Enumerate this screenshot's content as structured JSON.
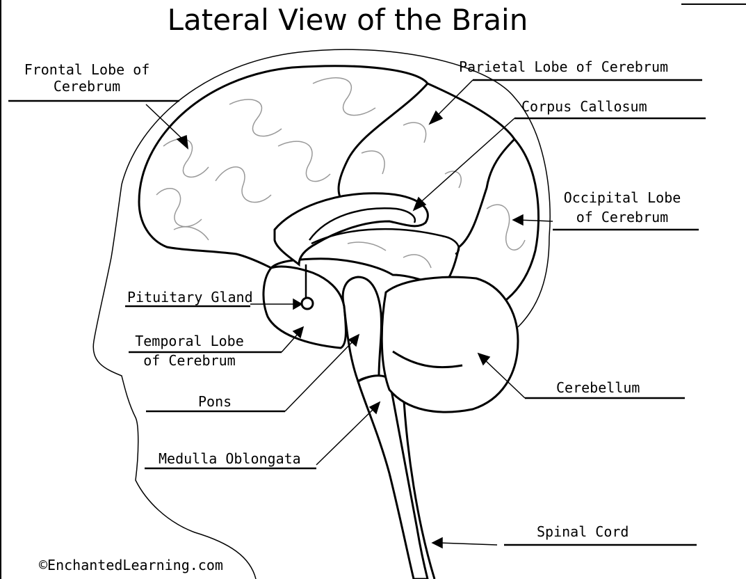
{
  "title": "Lateral View of the Brain",
  "labels": {
    "frontal_line1": "Frontal Lobe of",
    "frontal_line2": "Cerebrum",
    "parietal": "Parietal Lobe of Cerebrum",
    "corpus": "Corpus Callosum",
    "occipital_line1": "Occipital Lobe",
    "occipital_line2": "of Cerebrum",
    "pituitary": "Pituitary Gland",
    "temporal_line1": "Temporal Lobe",
    "temporal_line2": "of Cerebrum",
    "pons": "Pons",
    "cerebellum": "Cerebellum",
    "medulla": "Medulla Oblongata",
    "spinal": "Spinal Cord"
  },
  "copyright": "©EnchantedLearning.com"
}
